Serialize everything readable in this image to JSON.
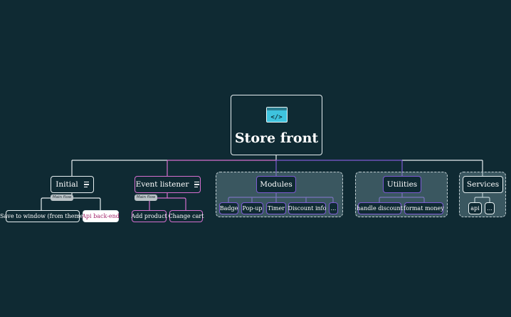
{
  "root": {
    "title": "Store front",
    "icon": "code-icon",
    "icon_text": "</>"
  },
  "colors": {
    "background": "#0f2a33",
    "white_branch": "#e6eef0",
    "pink_branch": "#d56fcf",
    "purple_branch": "#7d5bd3",
    "boundary_fill": "#6a8790",
    "label_badge": "#b9c2c6"
  },
  "initial": {
    "label": "Initial",
    "icon": "notes-icon",
    "relationship": "Main flow",
    "children": [
      "Save to window (from theme)",
      "Api back-end"
    ]
  },
  "event_listener": {
    "label": "Event listener",
    "icon": "notes-icon",
    "relationship": "Main flow",
    "children": [
      "Add product",
      "Change cart"
    ]
  },
  "modules": {
    "label": "Modules",
    "children": [
      "Badge",
      "Pop-up",
      "Timer",
      "Discount info",
      "..."
    ]
  },
  "utilities": {
    "label": "Utilities",
    "children": [
      "handle discount",
      "format money"
    ]
  },
  "services": {
    "label": "Services",
    "children": [
      "api",
      "..."
    ]
  }
}
